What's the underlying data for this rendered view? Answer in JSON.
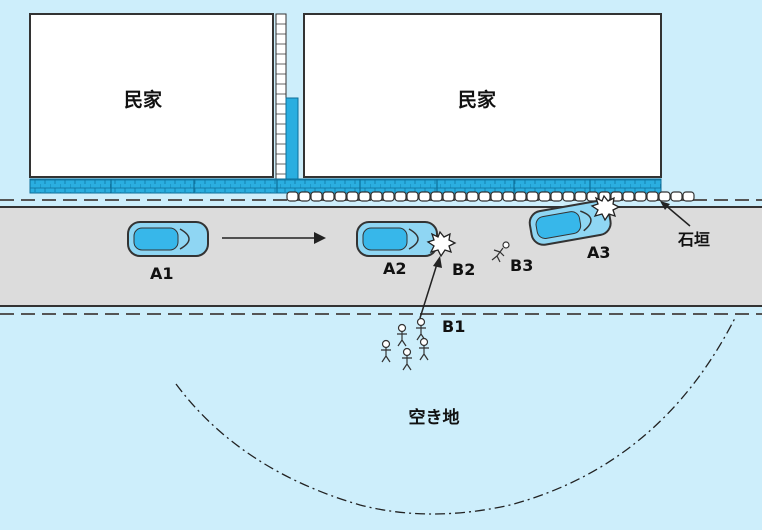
{
  "colors": {
    "ground": "#cdeefb",
    "road": "#dcdcdc",
    "house_fill": "#ffffff",
    "wall_blue": "#2aaee0",
    "car_body": "#8fd6f3",
    "car_window": "#37b7ea",
    "line": "#222222"
  },
  "labels": {
    "house_left": "民家",
    "house_right": "民家",
    "stone_wall": "石垣",
    "vacant_lot": "空き地",
    "car_a1": "A1",
    "car_a2": "A2",
    "car_a3": "A3",
    "person_b1": "B1",
    "person_b2": "B2",
    "person_b3": "B3"
  },
  "icons": {
    "car": "car-topview-icon",
    "impact": "impact-burst-icon",
    "person": "stick-figure-icon",
    "arrow": "arrow-icon"
  }
}
